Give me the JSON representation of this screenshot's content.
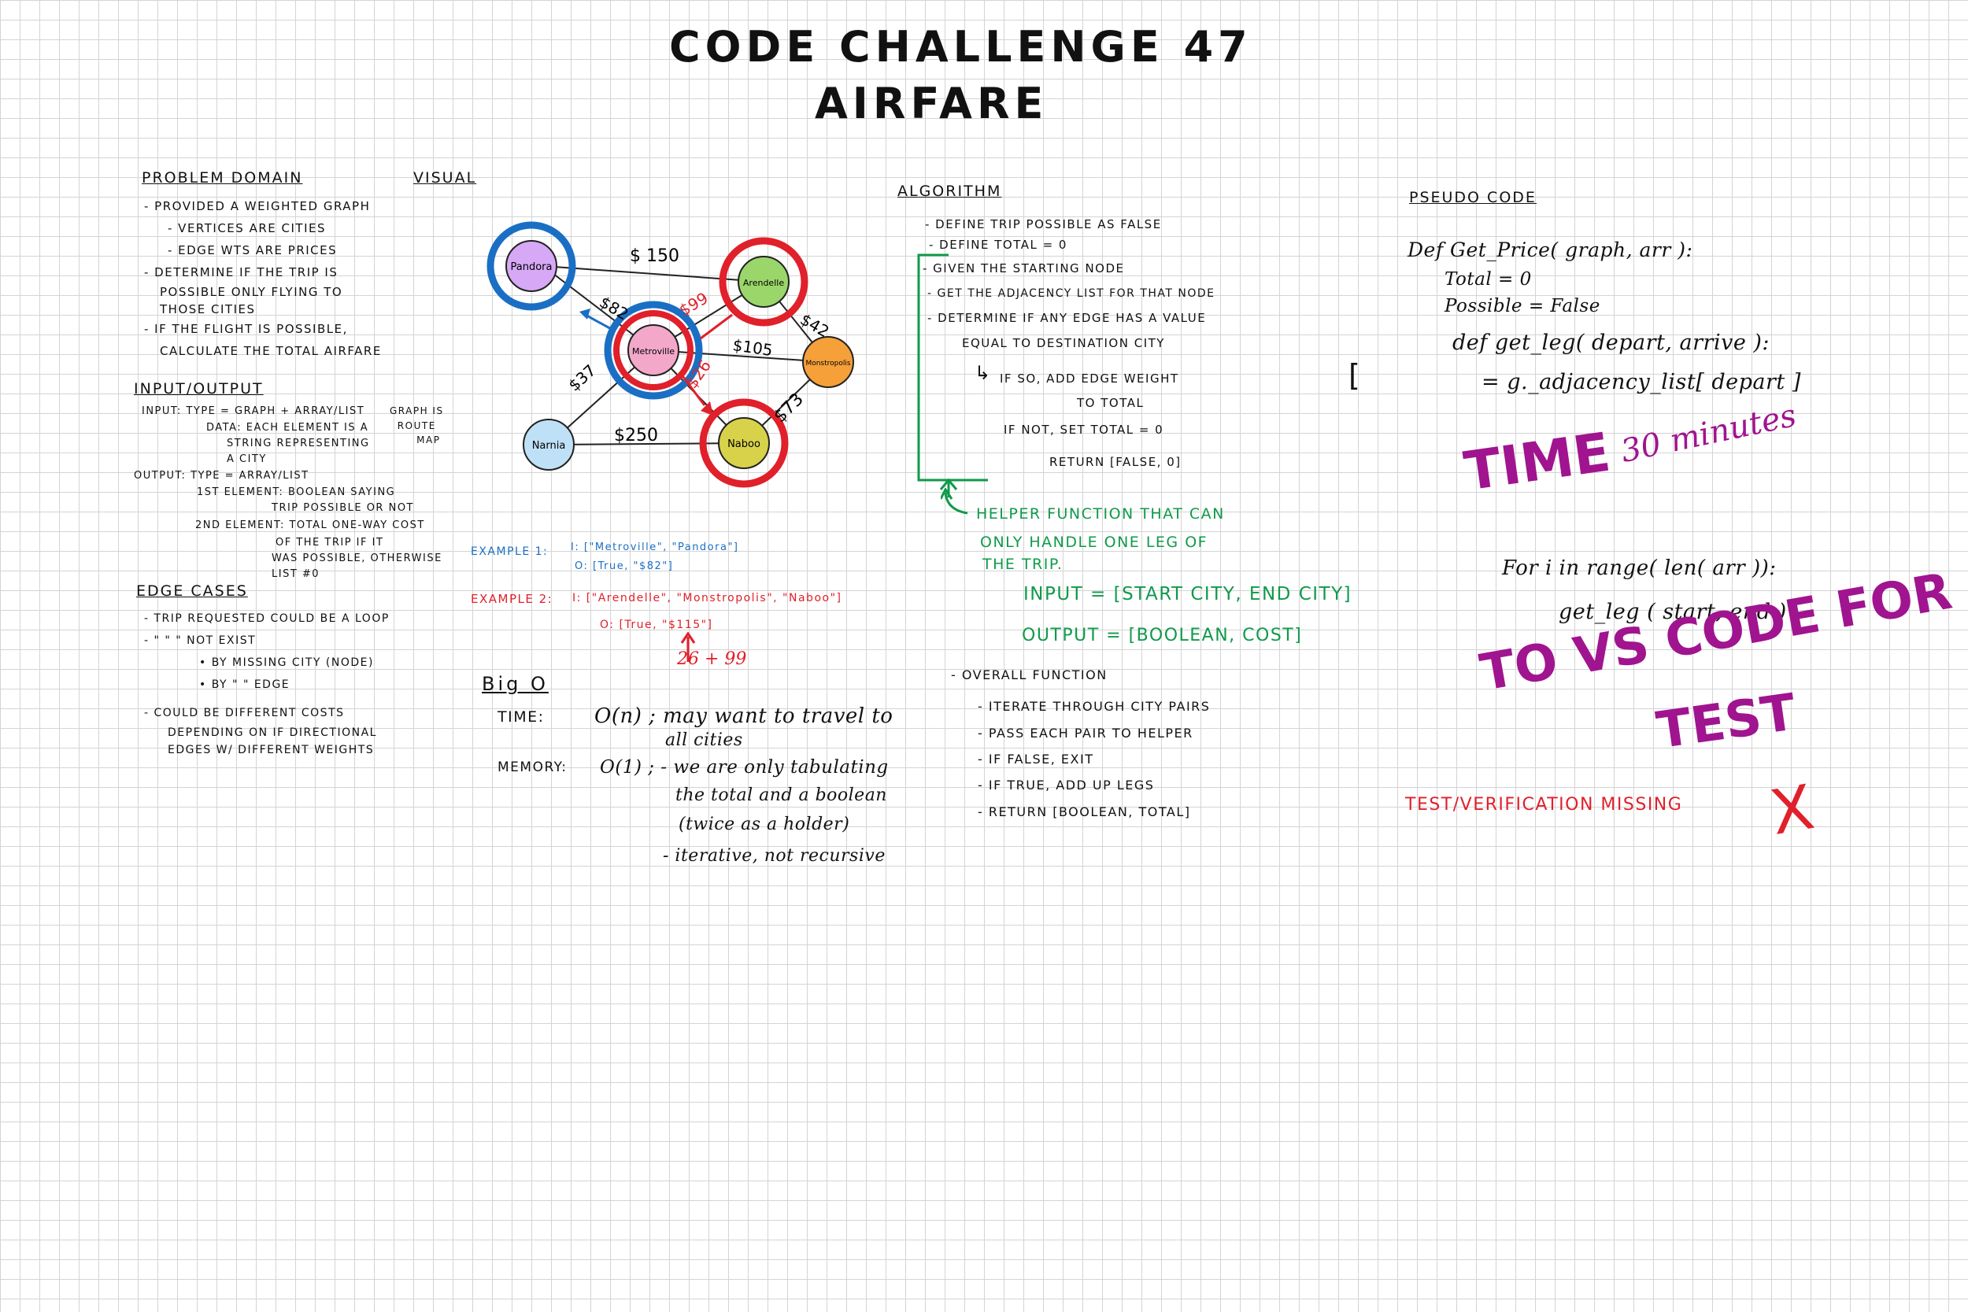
{
  "title": {
    "line1": "Code Challenge 47",
    "line2": "Airfare"
  },
  "problem_domain": {
    "heading": "Problem Domain",
    "lines": [
      "- Provided a weighted graph",
      "- Vertices are cities",
      "- Edge wts are prices",
      "- Determine if the trip is",
      "possible only flying to",
      "those cities",
      "- If the flight is possible,",
      "calculate the total airfare"
    ]
  },
  "input_output": {
    "heading": "Input/Output",
    "lines": [
      "Input:  Type = Graph + Array/List",
      "Data: Each element is a",
      "string representing",
      "a city",
      "Output:  Type = Array/List",
      "1st Element: Boolean saying",
      "trip possible or not",
      "2nd Element: Total one-way cost",
      "of the trip if it",
      "was possible, otherwise",
      "list #0"
    ],
    "note": [
      "Graph is",
      "route",
      "map"
    ]
  },
  "edge_cases": {
    "heading": "Edge Cases",
    "lines": [
      "- Trip requested could be a loop",
      "- \"      \"      \"    Not exist",
      "• By missing city (node)",
      "• By   \"    \"   edge",
      "- Could be different costs",
      "depending on if directional",
      "edges w/ different weights"
    ]
  },
  "visual": {
    "heading": "Visual",
    "nodes": [
      {
        "name": "Pandora",
        "color": "#d6a8f5"
      },
      {
        "name": "Arendelle",
        "color": "#9bd66a"
      },
      {
        "name": "Metroville",
        "color": "#f3a8c9"
      },
      {
        "name": "Monstropolis",
        "color": "#f6a03a"
      },
      {
        "name": "Narnia",
        "color": "#bfe1f7"
      },
      {
        "name": "Naboo",
        "color": "#d8d24a"
      }
    ],
    "edge_labels": [
      "$ 150",
      "$82",
      "$99",
      "$42",
      "$105",
      "$37",
      "$26",
      "$250",
      "$73"
    ]
  },
  "examples": {
    "ex1_label": "Example 1:",
    "ex1_input": "I: [\"Metroville\", \"Pandora\"]",
    "ex1_output": "O: [True, \"$82\"]",
    "ex2_label": "Example 2:",
    "ex2_input": "I: [\"Arendelle\", \"Monstropolis\", \"Naboo\"]",
    "ex2_output": "O: [True, \"$115\"]",
    "ex2_note": "26 + 99"
  },
  "big_o": {
    "heading": "Big O",
    "time_label": "Time:",
    "time_value": "O(n) ; may want to travel to",
    "time_value2": "all cities",
    "memory_label": "Memory:",
    "memory_value": "O(1) ; - we are only tabulating",
    "memory_value2": "the total and a boolean",
    "memory_value3": "(twice as a holder)",
    "memory_value4": "- iterative, not recursive"
  },
  "algorithm": {
    "heading": "Algorithm",
    "lines": [
      "- Define trip possible as False",
      "- Define total = 0",
      "- Given the starting node",
      "- Get the adjacency list for that node",
      "- Determine if any edge has a value",
      "equal to destination city",
      "If so, add edge weight",
      "to total",
      "If not, set total = 0",
      "Return [False, 0]"
    ],
    "helper_lines": [
      "Helper function that can",
      "only handle one leg of",
      "the trip.",
      "Input = [start city, end city]",
      "Output = [Boolean, cost]"
    ],
    "overall_lines": [
      "- Overall function",
      "- Iterate through city pairs",
      "- Pass each pair to helper",
      "- If False, exit",
      "- If True, add up legs",
      "- Return [Boolean, total]"
    ]
  },
  "pseudo_code": {
    "heading": "Pseudo Code",
    "lines": [
      "Def   Get_Price( graph, arr ):",
      "Total = 0",
      "Possible = False",
      "def   get_leg( depart, arrive ):",
      "= g._adjacency_list[ depart ]",
      "For  i  in  range( len( arr )):",
      "get_leg ( start, end )"
    ],
    "bracket": "["
  },
  "notes": {
    "time": "Time",
    "time_value": "30 minutes",
    "vscode_line1": "To VS Code for",
    "vscode_line2": "Test",
    "test_missing": "Test/Verification missing",
    "x_mark": "X"
  },
  "colors": {
    "blue": "#1a6fc4",
    "red": "#e0202a",
    "green": "#0f9a4a",
    "purple": "#a0148f"
  }
}
